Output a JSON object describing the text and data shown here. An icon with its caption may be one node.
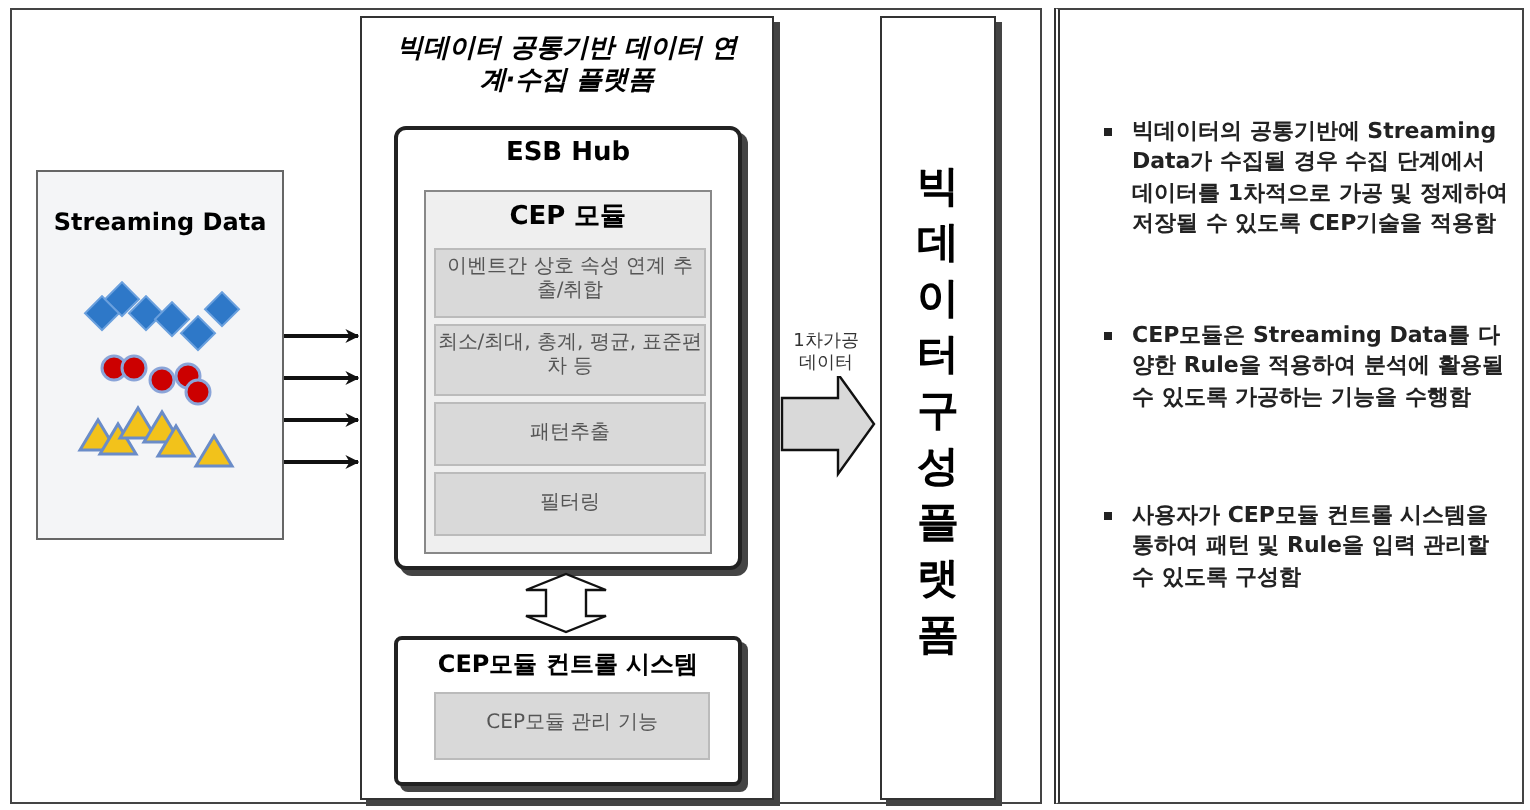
{
  "diagram": {
    "nodes": [
      {
        "text": [
          "Streaming Data"
        ]
      },
      {
        "text": [
          "빅데이터 공통기반 데이터 연계·수집 플랫폼"
        ]
      },
      {
        "text": [
          "ESB Hub"
        ],
        "in": 1
      },
      {
        "text": [
          "CEP 모듈"
        ],
        "in": 2
      },
      {
        "text": [
          "이벤트간 상호 속성 연계 추출/취합"
        ],
        "in": 3
      },
      {
        "text": [
          "최소/최대, 총계, 평균, 표준편차 등"
        ],
        "in": 3
      },
      {
        "text": [
          "패턴추출"
        ],
        "in": 3
      },
      {
        "text": [
          "필터링"
        ],
        "in": 3
      },
      {
        "text": [
          "CEP모듈 컨트롤 시스템"
        ],
        "in": 1
      },
      {
        "text": [
          "CEP모듈 관리 기능"
        ],
        "in": 8
      },
      {
        "text": [
          "빅데이터 구성 플랫폼"
        ]
      }
    ],
    "edges": [
      {
        "from": 0,
        "to": 1,
        "arrow": "to"
      },
      {
        "from": 0,
        "to": 1,
        "arrow": "to"
      },
      {
        "from": 0,
        "to": 1,
        "arrow": "to"
      },
      {
        "from": 0,
        "to": 1,
        "arrow": "to"
      },
      {
        "from": 2,
        "to": 8,
        "arrow": "both"
      },
      {
        "from": 1,
        "to": 10,
        "arrow": "to",
        "label": "1차가공 데이터"
      }
    ],
    "labels": [
      "빅데이터의 공통기반에 Streaming Data가 수집될 경우 수집 단계에서 데이터를 1차적으로 가공 및 정제하여 저장될 수 있도록 CEP기술을 적용함",
      "CEP모듈은 Streaming Data를 다양한 Rule을 적용하여 분석에 활용될 수 있도록 가공하는 기능을 수행함",
      "사용자가 CEP모듈 컨트롤 시스템을 통하여 패턴 및 Rule을 입력 관리할 수 있도록 구성함"
    ]
  }
}
